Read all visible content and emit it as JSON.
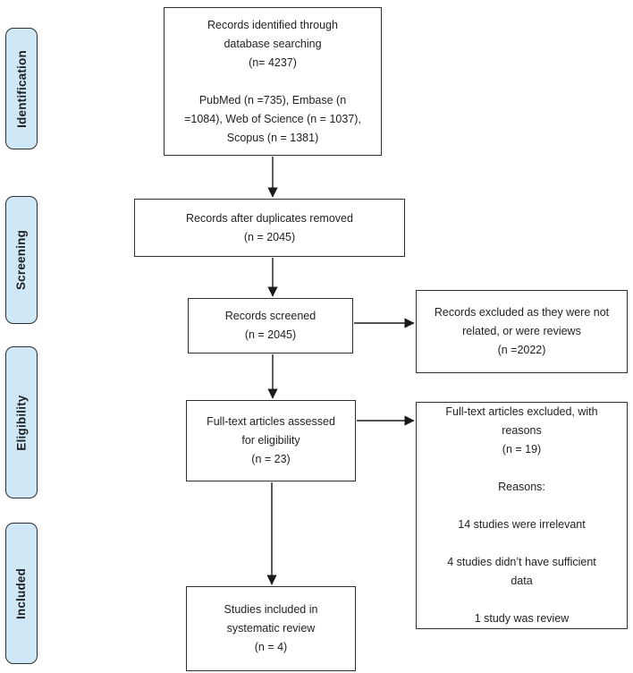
{
  "colors": {
    "stage_fill": "#cfe8f7",
    "border_color": "#2f2f2f",
    "text_color": "#1f1f1f",
    "background": "#ffffff"
  },
  "stages": [
    {
      "label": "Identification"
    },
    {
      "label": "Screening"
    },
    {
      "label": "Eligibility"
    },
    {
      "label": "Included"
    }
  ],
  "boxes": {
    "identified": {
      "lines": [
        "Records identified through",
        "database searching",
        "(n= 4237)",
        "",
        "PubMed (n =735), Embase (n",
        "=1084), Web of Science (n = 1037),",
        "Scopus (n = 1381)"
      ]
    },
    "duplicates_removed": {
      "lines": [
        "Records after duplicates removed",
        "(n = 2045)"
      ]
    },
    "screened": {
      "lines": [
        "Records screened",
        "(n = 2045)"
      ]
    },
    "excluded_screening": {
      "lines": [
        "Records excluded as they were not",
        "related, or were reviews",
        "(n =2022)"
      ]
    },
    "fulltext_assessed": {
      "lines": [
        "Full-text articles assessed",
        "for eligibility",
        "(n = 23)"
      ]
    },
    "excluded_fulltext": {
      "lines": [
        "Full-text articles excluded, with",
        "reasons",
        "(n = 19)",
        "",
        "Reasons:",
        "",
        "14 studies were irrelevant",
        "",
        "4 studies didn’t have sufficient",
        "data",
        "",
        "1 study was review"
      ]
    },
    "included": {
      "lines": [
        "Studies included in",
        "systematic review",
        "(n = 4)"
      ]
    }
  }
}
